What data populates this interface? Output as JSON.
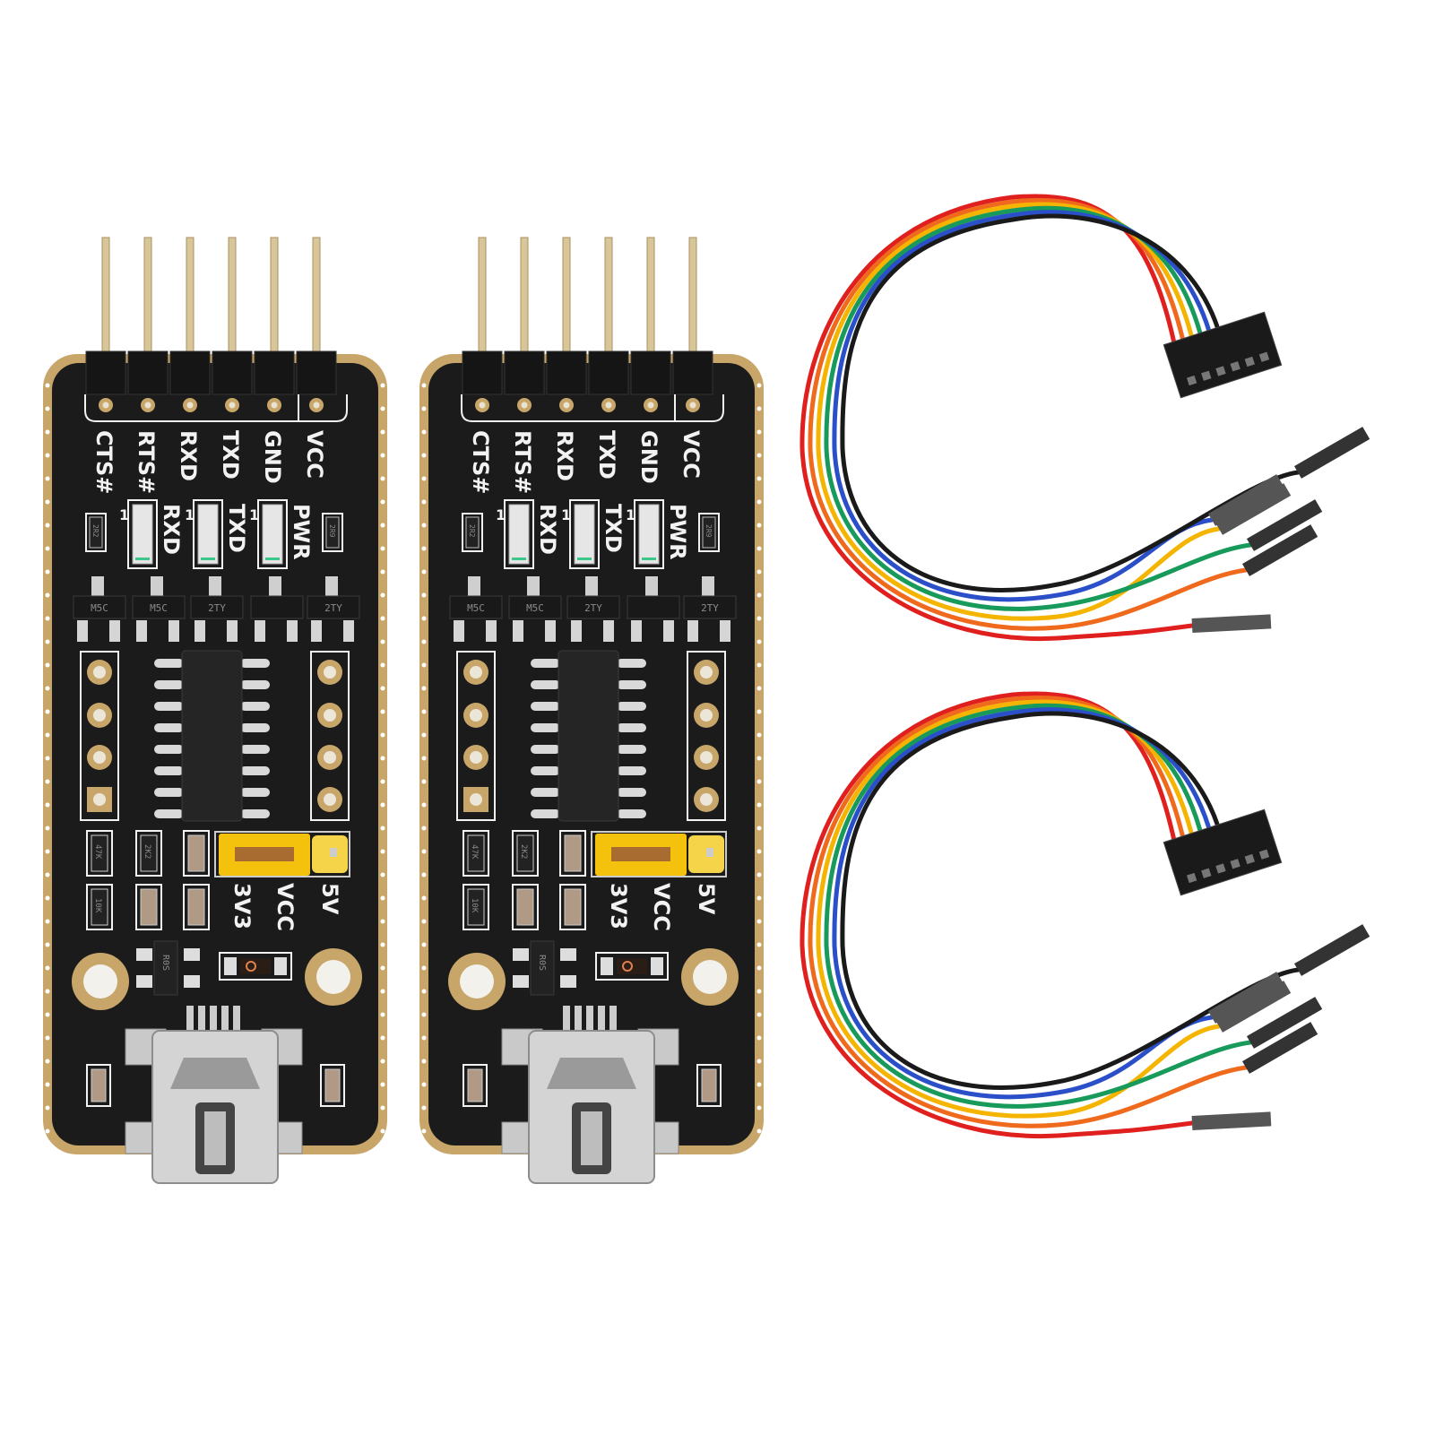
{
  "pin_labels": [
    "CTS#",
    "RTS#",
    "RXD",
    "TXD",
    "GND",
    "VCC"
  ],
  "led_labels": [
    "RXD",
    "TXD",
    "PWR"
  ],
  "led_pin1_mark": "1",
  "transistor_marks": [
    "M5C",
    "M5C",
    "2TY",
    "",
    "2TY"
  ],
  "resistor_marks": [
    "2R2",
    "2R9",
    "47K",
    "2K2",
    "10K"
  ],
  "jumper_labels": [
    "5V",
    "VCC",
    "3V3"
  ],
  "regulator_mark": "R0S",
  "colors": {
    "pcb": "#1c1b1c",
    "pcb_edge": "#c8a66a",
    "silkscreen": "#f2f2f2",
    "jumper": "#f4c20d",
    "wire_red": "#e0201e",
    "wire_orange": "#f06a1e",
    "wire_yellow": "#f4b400",
    "wire_green": "#189a5a",
    "wire_blue": "#2a4fc8",
    "wire_black": "#1a1a1a"
  },
  "boards": 2,
  "cables": 2
}
